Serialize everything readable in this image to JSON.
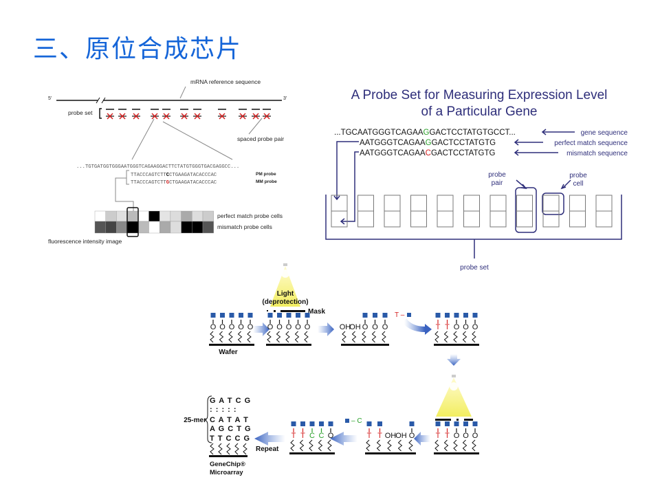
{
  "title": "三、原位合成芯片",
  "colors": {
    "title": "#1565d8",
    "navy": "#2e2e7a",
    "red": "#d42020",
    "green": "#2aa02a",
    "chip_blue": "#2a5aa8",
    "light": "#f5f080"
  },
  "left_diagram": {
    "five_prime": "5'",
    "three_prime": "3'",
    "mrna_label": "mRNA reference sequence",
    "probe_set_label": "probe set",
    "spaced_pair_label": "spaced probe pair",
    "reference_seq": "...TGTGATGGTGGGAATGGGTCAGAAGGACTTCTATGTGGGTGACGAGGCC...",
    "pm_seq": [
      "TTACCCAGTCTT",
      "C",
      "CTGAAGATACACCCAC"
    ],
    "mm_seq": [
      "TTACCCAGTCTT",
      "G",
      "CTGAAGATACACCCAC"
    ],
    "pm_label": "PM probe",
    "mm_label": "MM probe",
    "pm_cells_label": "perfect match probe cells",
    "mm_cells_label": "mismatch probe cells",
    "image_label": "fluorescence intensity image",
    "pm_intensity": [
      "#ffffff",
      "#cccccc",
      "#e0e0e0",
      "#bbbbbb",
      "#ffffff",
      "#000000",
      "#e4e4e4",
      "#dcdcdc",
      "#aaaaaa",
      "#dddddd",
      "#cccccc"
    ],
    "mm_intensity": [
      "#555555",
      "#444444",
      "#888888",
      "#000000",
      "#bbbbbb",
      "#ffffff",
      "#aaaaaa",
      "#dddddd",
      "#000000",
      "#000000",
      "#555555"
    ]
  },
  "right_diagram": {
    "title_line1": "A Probe Set for Measuring Expression Level",
    "title_line2": "of a Particular Gene",
    "gene_seq": [
      "...TGCAATGGGTCAGAA",
      "G",
      "GACTCCTATGTGCCT..."
    ],
    "pm_seq": [
      "AATGGGTCAGAA",
      "G",
      "GACTCCTATGTG"
    ],
    "mm_seq": [
      "AATGGGTCAGAA",
      "C",
      "GACTCCTATGTG"
    ],
    "gene_label": "gene sequence",
    "pm_label": "perfect match sequence",
    "mm_label": "mismatch sequence",
    "probe_pair_label": [
      "probe",
      "pair"
    ],
    "probe_cell_label": [
      "probe",
      "cell"
    ],
    "probe_set_label": "probe set"
  },
  "synthesis_diagram": {
    "light_label": "Light",
    "deprotection_label": "(deprotection)",
    "mask_label": "Mask",
    "wafer_label": "Wafer",
    "t_reagent": "T –",
    "c_reagent": "– C",
    "repeat_label": "Repeat",
    "mer_label": "25-mer",
    "product_rows": [
      "G A T C G",
      ": : : : :",
      "C A T A T",
      "A G C T G",
      "T T C C G"
    ],
    "genechip_label": "GeneChip®",
    "microarray_label": "Microarray",
    "oh": "OH",
    "o": "O"
  }
}
